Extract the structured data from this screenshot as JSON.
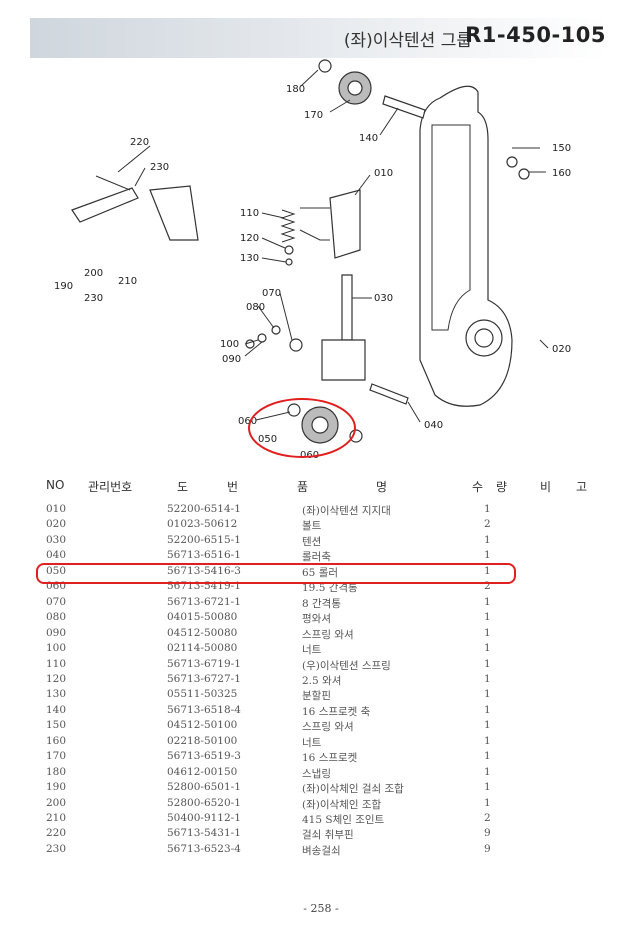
{
  "header": {
    "title_ko": "(좌)이삭텐션 그룹",
    "code": "R1-450-105"
  },
  "diagram": {
    "callouts": [
      "180",
      "170",
      "140",
      "150",
      "160",
      "220",
      "230",
      "010",
      "110",
      "120",
      "130",
      "190",
      "200",
      "210",
      "230",
      "070",
      "080",
      "030",
      "100",
      "090",
      "020",
      "060",
      "050",
      "040",
      "060"
    ]
  },
  "table": {
    "headers": {
      "no": "NO",
      "mgmt": "관리번호",
      "dwg1": "도",
      "dwg2": "번",
      "name1": "품",
      "name2": "명",
      "qty1": "수",
      "qty2": "량",
      "rem1": "비",
      "rem2": "고"
    },
    "rows": [
      {
        "no": "010",
        "dwg": "52200-6514-1",
        "name": "(좌)이삭텐션 지지대",
        "qty": "1"
      },
      {
        "no": "020",
        "dwg": "01023-50612",
        "name": "볼트",
        "qty": "2"
      },
      {
        "no": "030",
        "dwg": "52200-6515-1",
        "name": "텐션",
        "qty": "1"
      },
      {
        "no": "040",
        "dwg": "56713-6516-1",
        "name": "롤러축",
        "qty": "1"
      },
      {
        "no": "050",
        "dwg": "56713-5416-3",
        "name": "65 롤러",
        "qty": "1"
      },
      {
        "no": "060",
        "dwg": "56713-5419-1",
        "name": "19.5 간격통",
        "qty": "2"
      },
      {
        "no": "070",
        "dwg": "56713-6721-1",
        "name": "8 간격통",
        "qty": "1"
      },
      {
        "no": "080",
        "dwg": "04015-50080",
        "name": "평와셔",
        "qty": "1"
      },
      {
        "no": "090",
        "dwg": "04512-50080",
        "name": "스프링 와셔",
        "qty": "1"
      },
      {
        "no": "100",
        "dwg": "02114-50080",
        "name": "너트",
        "qty": "1"
      },
      {
        "no": "110",
        "dwg": "56713-6719-1",
        "name": "(우)이삭텐션 스프링",
        "qty": "1"
      },
      {
        "no": "120",
        "dwg": "56713-6727-1",
        "name": "2.5 와셔",
        "qty": "1"
      },
      {
        "no": "130",
        "dwg": "05511-50325",
        "name": "분할핀",
        "qty": "1"
      },
      {
        "no": "140",
        "dwg": "56713-6518-4",
        "name": "16 스프로켓 축",
        "qty": "1"
      },
      {
        "no": "150",
        "dwg": "04512-50100",
        "name": "스프링 와셔",
        "qty": "1"
      },
      {
        "no": "160",
        "dwg": "02218-50100",
        "name": "너트",
        "qty": "1"
      },
      {
        "no": "170",
        "dwg": "56713-6519-3",
        "name": "16 스프로켓",
        "qty": "1"
      },
      {
        "no": "180",
        "dwg": "04612-00150",
        "name": "스냅링",
        "qty": "1"
      },
      {
        "no": "190",
        "dwg": "52800-6501-1",
        "name": "(좌)이삭체인 걸쇠 조합",
        "qty": "1"
      },
      {
        "no": "200",
        "dwg": "52800-6520-1",
        "name": "(좌)이삭체인 조합",
        "qty": "1"
      },
      {
        "no": "210",
        "dwg": "50400-9112-1",
        "name": "415 S체인 조인트",
        "qty": "2"
      },
      {
        "no": "220",
        "dwg": "56713-5431-1",
        "name": "걸쇠 취부핀",
        "qty": "9"
      },
      {
        "no": "230",
        "dwg": "56713-6523-4",
        "name": "벼송걸쇠",
        "qty": "9"
      }
    ]
  },
  "footer": {
    "page": "- 258 -"
  },
  "colors": {
    "highlight": "#e02020",
    "header_band": "#cfd6dd"
  }
}
